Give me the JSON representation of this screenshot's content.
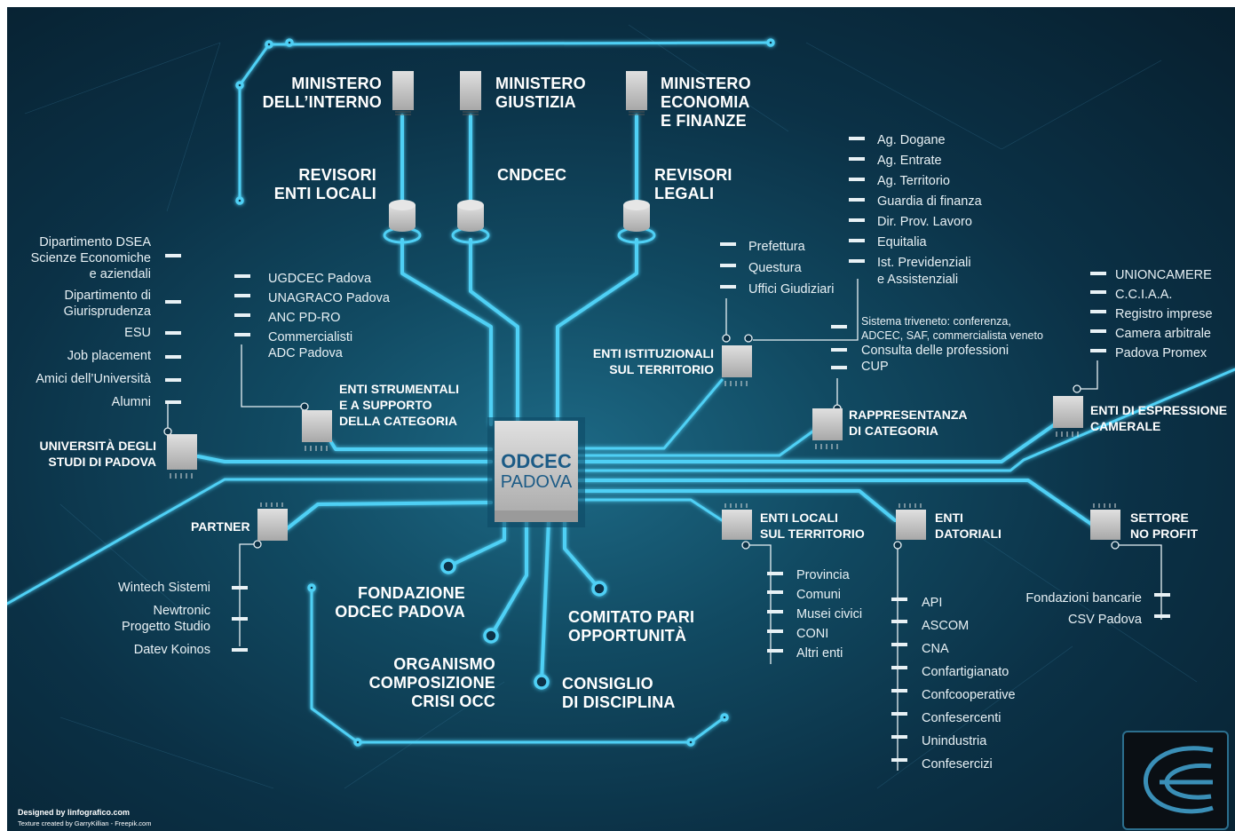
{
  "center": {
    "title": "ODCEC",
    "subtitle": "PADOVA"
  },
  "ministries": {
    "interno": [
      "MINISTERO",
      "DELL’INTERNO"
    ],
    "giustizia": [
      "MINISTERO",
      "GIUSTIZIA"
    ],
    "economia": [
      "MINISTERO",
      "ECONOMIA",
      "E FINANZE"
    ]
  },
  "registers": {
    "revisori_enti_locali": [
      "REVISORI",
      "ENTI LOCALI"
    ],
    "cndcec": "CNDCEC",
    "revisori_legali": [
      "REVISORI",
      "LEGALI"
    ]
  },
  "agencies": [
    "Ag. Dogane",
    "Ag. Entrate",
    "Ag. Territorio",
    "Guardia di finanza",
    "Dir. Prov. Lavoro",
    "Equitalia",
    "Ist. Previdenziali",
    "e Assistenziali"
  ],
  "prefecture": [
    "Prefettura",
    "Questura",
    "Uffici Giudiziari"
  ],
  "enti_istituzionali": [
    "ENTI ISTITUZIONALI",
    "SUL TERRITORIO"
  ],
  "university_items": [
    "Dipartimento DSEA",
    "Scienze Economiche",
    "e aziendali",
    "Dipartimento di",
    "Giurisprudenza",
    "ESU",
    "Job placement",
    "Amici dell’Università",
    "Alumni"
  ],
  "university": [
    "UNIVERSITÀ DEGLI",
    "STUDI DI PADOVA"
  ],
  "strumentali_items": [
    "UGDCEC Padova",
    "UNAGRACO Padova",
    "ANC PD-RO",
    "Commercialisti",
    "ADC Padova"
  ],
  "strumentali": [
    "ENTI STRUMENTALI",
    "E A SUPPORTO",
    "DELLA CATEGORIA"
  ],
  "rappresentanza_items": [
    "Sistema triveneto: conferenza,",
    "ADCEC, SAF, commercialista veneto",
    "Consulta delle professioni",
    "CUP"
  ],
  "rappresentanza": [
    "RAPPRESENTANZA",
    "DI CATEGORIA"
  ],
  "camerale_items": [
    "UNIONCAMERE",
    "C.C.I.A.A.",
    "Registro imprese",
    "Camera arbitrale",
    "Padova Promex"
  ],
  "camerale": [
    "ENTI DI ESPRESSIONE",
    "CAMERALE"
  ],
  "partner": "PARTNER",
  "partner_items": [
    "Wintech Sistemi",
    "Newtronic",
    "Progetto Studio",
    "Datev Koinos"
  ],
  "enti_locali": [
    "ENTI LOCALI",
    "SUL TERRITORIO"
  ],
  "enti_locali_items": [
    "Provincia",
    "Comuni",
    "Musei civici",
    "CONI",
    "Altri enti"
  ],
  "datoriali": [
    "ENTI",
    "DATORIALI"
  ],
  "datoriali_items": [
    "API",
    "ASCOM",
    "CNA",
    "Confartigianato",
    "Confcooperative",
    "Confesercenti",
    "Unindustria",
    "Confesercizi"
  ],
  "no_profit": [
    "SETTORE",
    "NO PROFIT"
  ],
  "no_profit_items": [
    "Fondazioni bancarie",
    "CSV Padova"
  ],
  "fondazione": [
    "FONDAZIONE",
    "ODCEC PADOVA"
  ],
  "comitato": [
    "COMITATO PARI",
    "OPPORTUNITÀ"
  ],
  "organismo": [
    "ORGANISMO",
    "COMPOSIZIONE",
    "CRISI OCC"
  ],
  "consiglio": [
    "CONSIGLIO",
    "DI DISCIPLINA"
  ],
  "credits": [
    "Designed by linfografico.com",
    "Texture created by GarryKillian - Freepik.com"
  ],
  "colors": {
    "wire": "#4fd0f5",
    "wire_glow": "#1fa8d8",
    "chip": "#c9c9c9",
    "center_text": "#1c5b86"
  }
}
